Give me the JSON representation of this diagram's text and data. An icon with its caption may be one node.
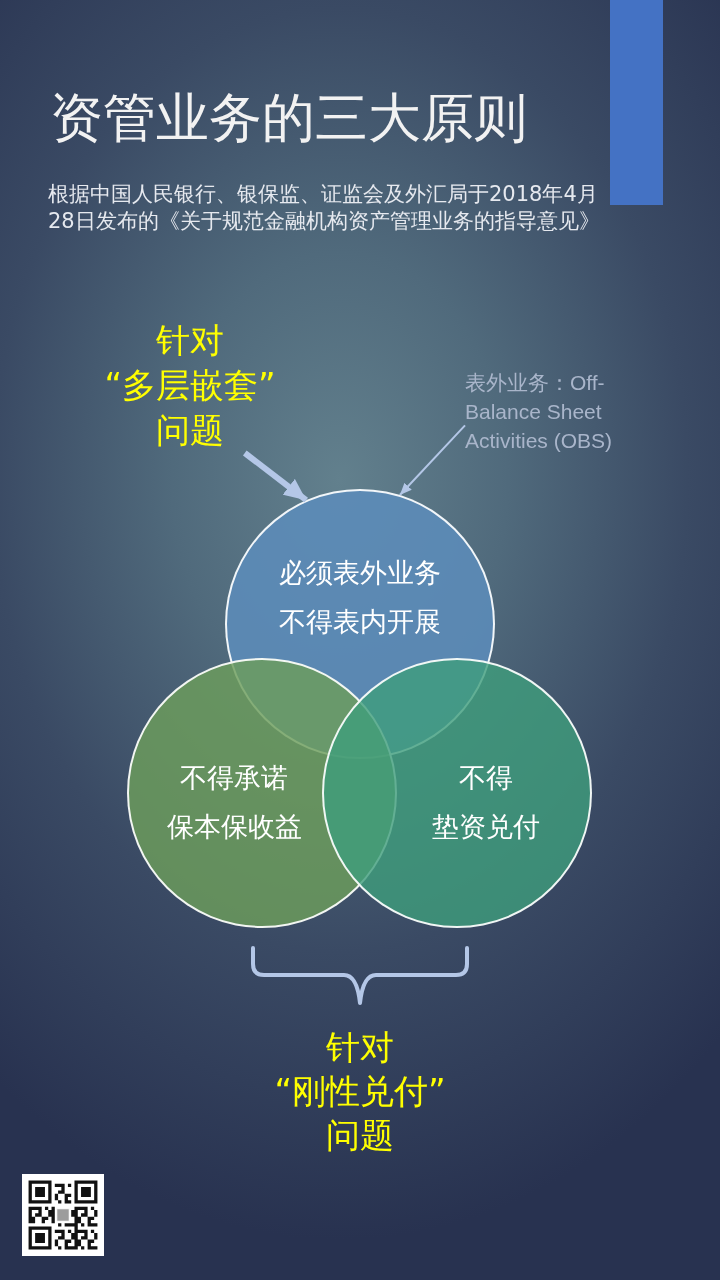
{
  "diagram": {
    "title": "资管业务的三大原则",
    "nodes": [
      {
        "text": [
          "针对“多层嵌套”问题"
        ]
      },
      {
        "text": [
          "表外业务：Off-Balance Sheet Activities (OBS)"
        ]
      },
      {
        "text": [
          "必须表外业务",
          "不得表内开展"
        ]
      },
      {
        "text": [
          "不得承诺",
          "保本保收益"
        ]
      },
      {
        "text": [
          "不得",
          "垫资兑付"
        ]
      }
    ],
    "edges": [
      {
        "from": 0,
        "to": 2,
        "arrow": "to",
        "style": "thick"
      },
      {
        "from": 1,
        "to": 2,
        "arrow": "to"
      }
    ],
    "labels": [
      "根据中国人民银行、银保监、证监会及外汇局于2018年4月28日发布的《关于规范金融机构资产管理业务的指导意见》",
      "针对“刚性兑付”问题"
    ]
  }
}
